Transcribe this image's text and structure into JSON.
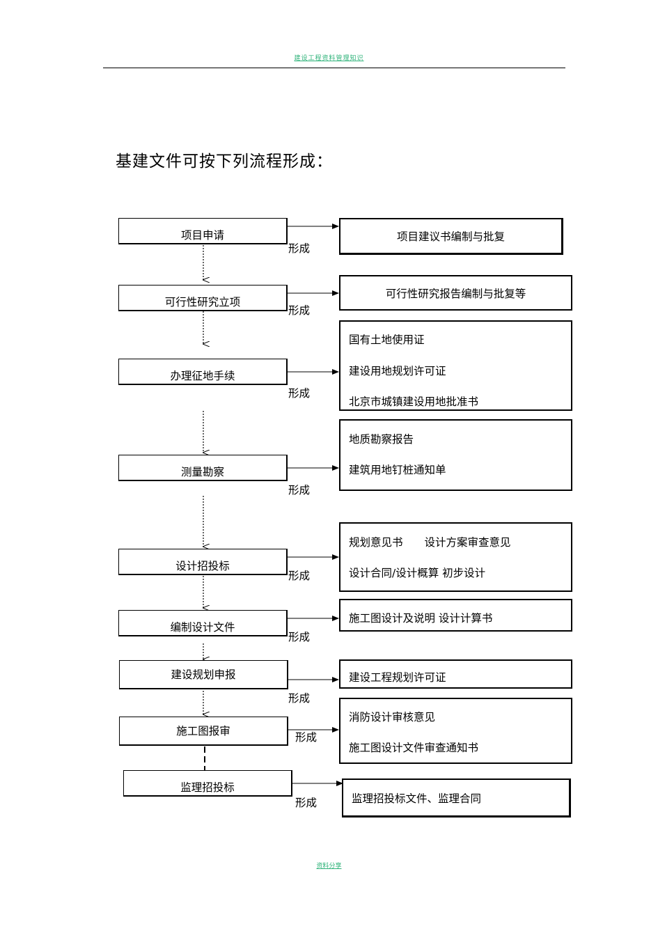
{
  "header": {
    "text": "建设工程资料管理知识"
  },
  "title": "基建文件可按下列流程形成：",
  "footer": {
    "text": "资料分享"
  },
  "form_label": "形成",
  "steps": [
    {
      "label": "项目申请",
      "outputs": [
        "项目建议书编制与批复"
      ]
    },
    {
      "label": "可行性研究立项",
      "outputs": [
        "可行性研究报告编制与批复等"
      ]
    },
    {
      "label": "办理征地手续",
      "outputs": [
        "国有土地使用证",
        "建设用地规划许可证",
        "北京市城镇建设用地批准书"
      ]
    },
    {
      "label": "测量勘察",
      "outputs": [
        "地质勘察报告",
        "建筑用地钉桩通知单"
      ]
    },
    {
      "label": "设计招投标",
      "outputs": [
        "规划意见书　　设计方案审查意见",
        "设计合同/设计概算  初步设计"
      ]
    },
    {
      "label": "编制设计文件",
      "outputs": [
        "施工图设计及说明  设计计算书"
      ]
    },
    {
      "label": "建设规划申报",
      "outputs": [
        "建设工程规划许可证"
      ]
    },
    {
      "label": "施工图报审",
      "outputs": [
        "消防设计审核意见",
        "施工图设计文件审查通知书"
      ]
    },
    {
      "label": "监理招投标",
      "outputs": [
        "监理招投标文件、监理合同"
      ]
    }
  ]
}
